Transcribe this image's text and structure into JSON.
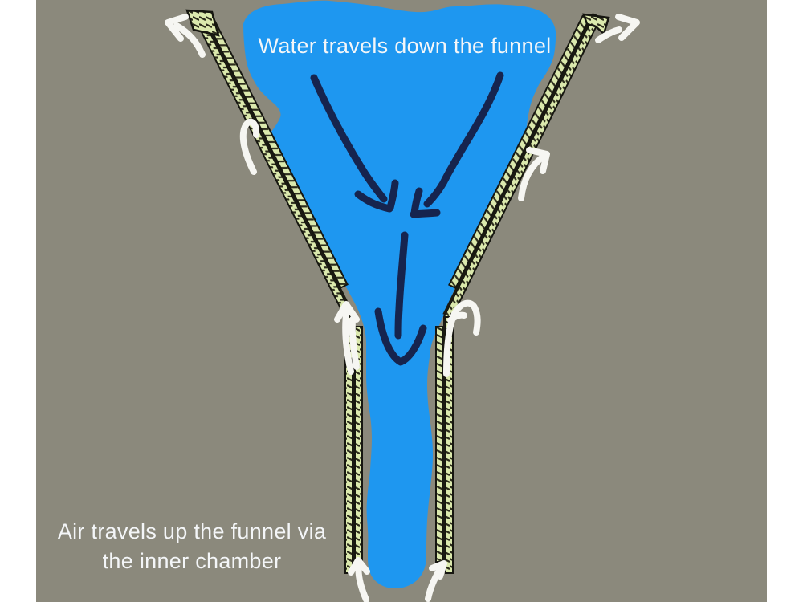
{
  "labels": {
    "top": "Water travels down the funnel",
    "bottom_line1": "Air travels up the funnel via",
    "bottom_line2": "the inner chamber"
  },
  "colors": {
    "page_margin": "#ffffff",
    "background": "#8b897c",
    "water": "#1e97f0",
    "water_arrow": "#16244e",
    "air_arrow": "#f6f6f2",
    "funnel_wall_fill": "#dbe9ad",
    "funnel_wall_outline": "#161610",
    "label_text": "#f4f6f8"
  },
  "arrows": {
    "water_flow": {
      "count": 3,
      "direction": "down"
    },
    "air_flow": {
      "count": 8,
      "direction": "up"
    }
  }
}
